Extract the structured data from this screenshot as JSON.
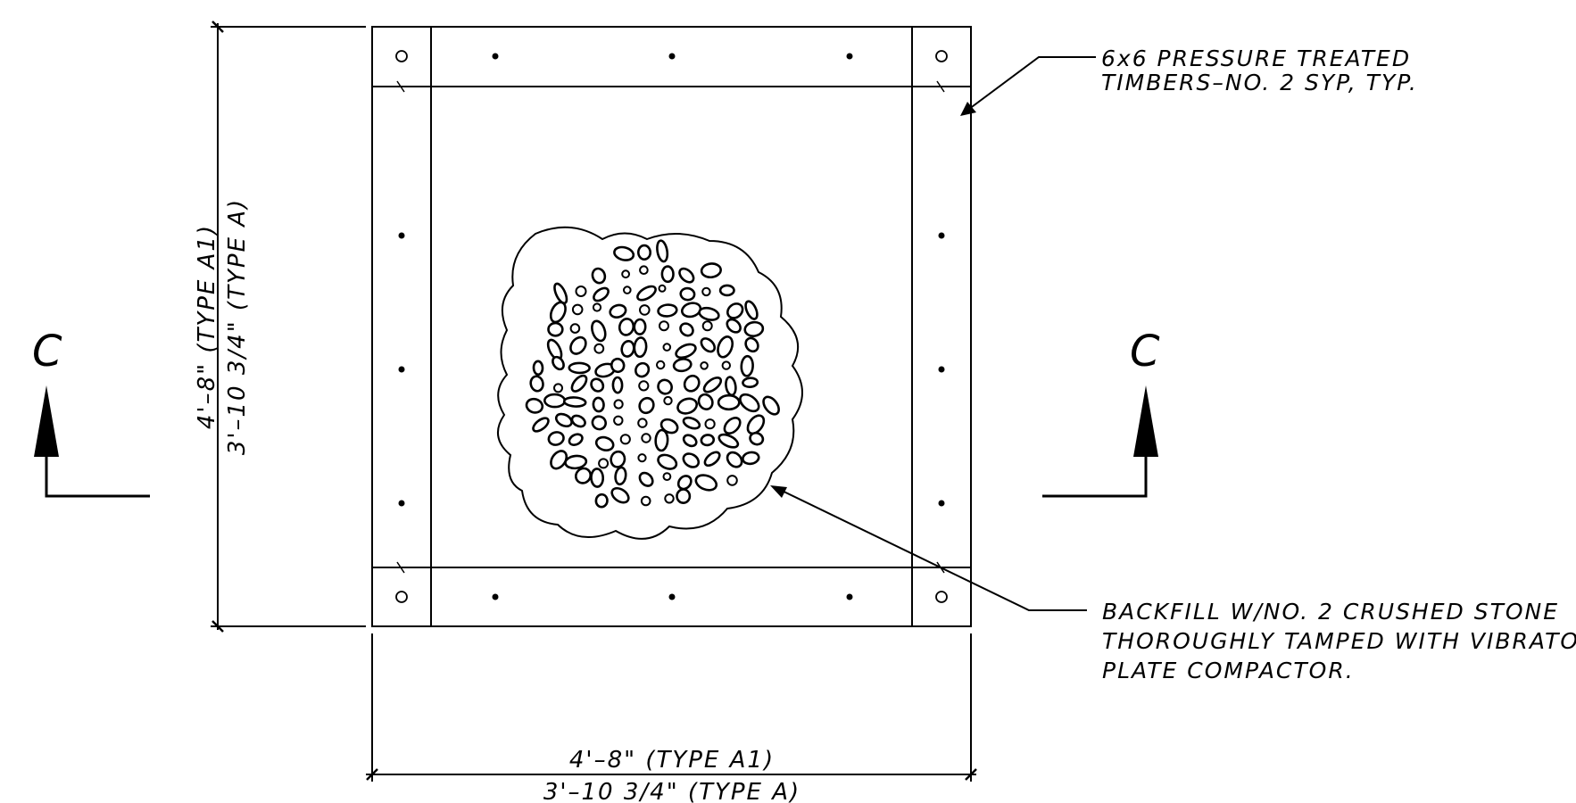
{
  "notes": {
    "timbers": [
      "6x6 PRESSURE TREATED",
      "TIMBERS–NO. 2 SYP, TYP."
    ],
    "backfill": [
      "BACKFILL W/NO. 2 CRUSHED STONE",
      "THOROUGHLY TAMPED WITH VIBRATORY",
      "PLATE COMPACTOR."
    ]
  },
  "dimensions": {
    "vertical": {
      "type_a1": "4'–8\" (TYPE A1)",
      "type_a": "3'–10 3/4\" (TYPE A)"
    },
    "horizontal": {
      "type_a1": "4'–8\" (TYPE A1)",
      "type_a": "3'–10 3/4\" (TYPE A)"
    }
  },
  "section_markers": {
    "left": "C",
    "right": "C"
  }
}
